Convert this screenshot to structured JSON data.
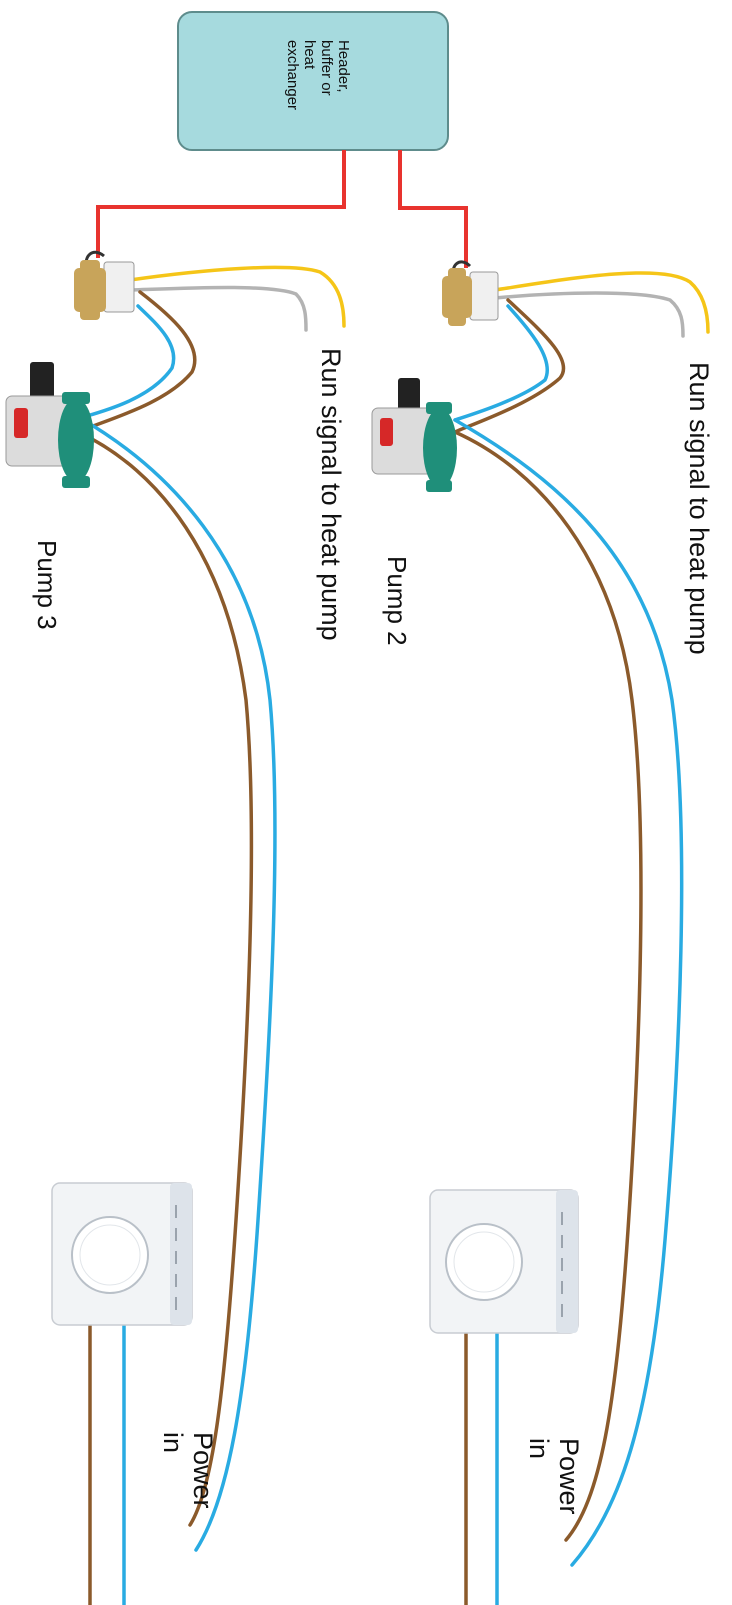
{
  "header_box": {
    "label": "Header,\nbuffer or\nheat\nexchanger"
  },
  "circuits": [
    {
      "pump_label": "Pump 2",
      "signal_label": "Run signal to heat pump",
      "power_label": "Power\nin"
    },
    {
      "pump_label": "Pump 3",
      "signal_label": "Run signal to heat pump",
      "power_label": "Power\nin"
    }
  ],
  "wire_colors": {
    "flow_pipe": "#e8332e",
    "live": "#8b5a2b",
    "neutral": "#29abe2",
    "signal_yellow": "#f5c518",
    "signal_grey": "#b3b3b3"
  },
  "component_colors": {
    "header_fill": "#a6dade",
    "header_border": "#5e8c8c",
    "pump_body": "#1f8f7a",
    "pump_head": "#dcdcdc",
    "pump_knob": "#d62828",
    "valve_brass": "#c8a45a",
    "thermostat_body": "#f2f4f6"
  }
}
